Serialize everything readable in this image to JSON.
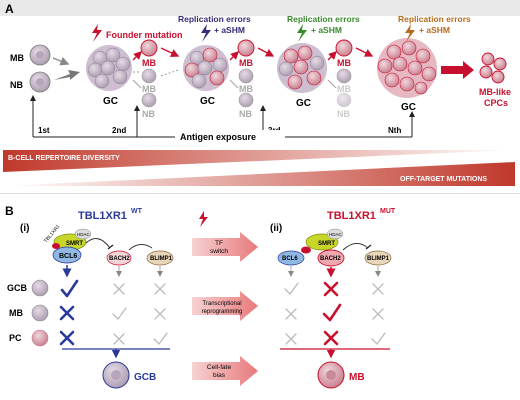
{
  "panel_a": {
    "label": "A",
    "founder_mutation": "Founder mutation",
    "replication_errors": "Replication errors",
    "ashm": "+ aSHM",
    "mb": "MB",
    "nb": "NB",
    "gc": "GC",
    "exposures": [
      "1st",
      "2nd",
      "3rd",
      "Nth"
    ],
    "antigen_exposure": "Antigen exposure",
    "mb_like_1": "MB-like",
    "mb_like_2": "CPCs",
    "diversity": "B-CELL REPERTOIRE DIVERSITY",
    "off_target": "OFF-TARGET MUTATIONS",
    "colors": {
      "founder": "#c8102e",
      "replication_1": "#3b2a7a",
      "replication_2": "#3a8a2e",
      "replication_3": "#b86a1c",
      "gradient": "#c0392b"
    }
  },
  "panel_b": {
    "label": "B",
    "wt_index": "(i)",
    "mut_index": "(ii)",
    "tbl_name": "TBL1XR1",
    "wt_sup": "WT",
    "mut_sup": "MUT",
    "tbl_side": "TBL1XR1",
    "smrt": "SMRT",
    "hdac": "HDAC",
    "bcl6": "BCL6",
    "bach2": "BACH2",
    "blimp1": "BLIMP1",
    "rows": [
      "GCB",
      "MB",
      "PC"
    ],
    "tf_switch_1": "TF",
    "tf_switch_2": "switch",
    "reprog_1": "Transcriptional",
    "reprog_2": "reprogramming",
    "cellfate_1": "Cell-fate",
    "cellfate_2": "bias",
    "outcome_wt": "GCB",
    "outcome_mut": "MB",
    "colors": {
      "wt": "#2a3a9a",
      "mut": "#c8102e"
    }
  }
}
